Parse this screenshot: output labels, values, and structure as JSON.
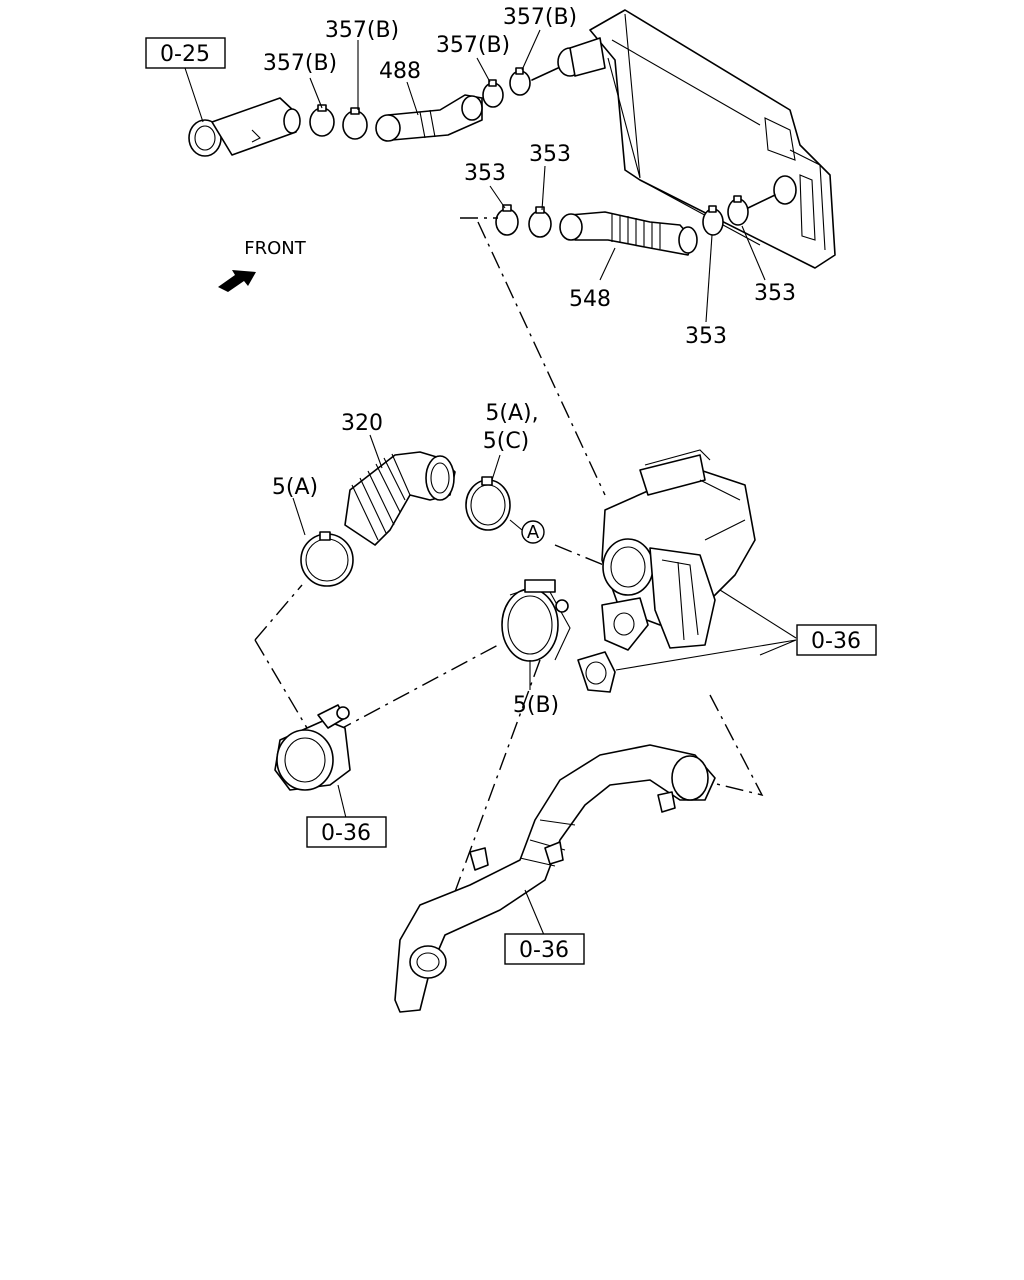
{
  "labels": {
    "ref_0_25": "0-25",
    "ref_0_36_a": "0-36",
    "ref_0_36_b": "0-36",
    "ref_0_36_c": "0-36",
    "p357b_1": "357(B)",
    "p357b_2": "357(B)",
    "p357b_3": "357(B)",
    "p357b_4": "357(B)",
    "p488": "488",
    "p353_1": "353",
    "p353_2": "353",
    "p353_3": "353",
    "p353_4": "353",
    "p548": "548",
    "p320": "320",
    "p5a_line1": "5(A),",
    "p5c": "5(C)",
    "p5a": "5(A)",
    "p5b": "5(B)",
    "callout_a": "A",
    "front": "FRONT"
  }
}
